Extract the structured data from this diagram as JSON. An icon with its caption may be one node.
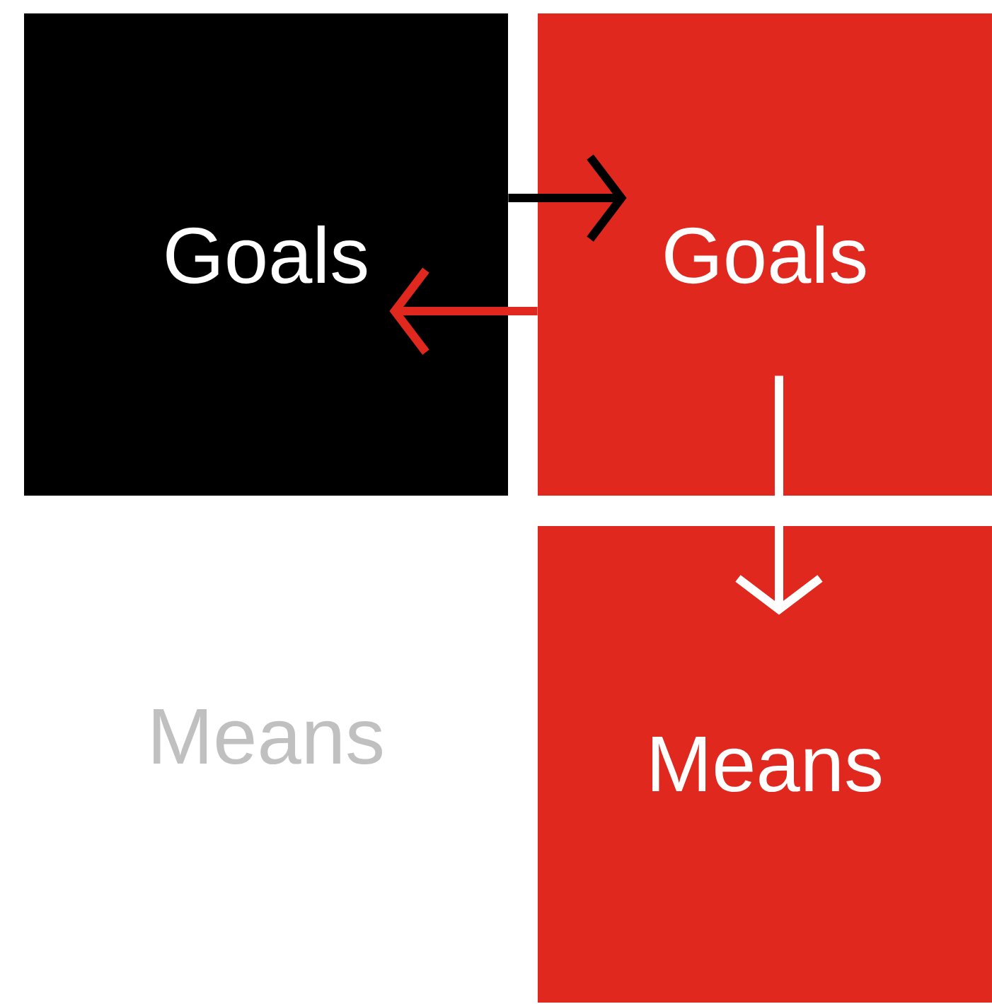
{
  "diagram": {
    "nodes": [
      {
        "text": [
          "Goals"
        ]
      },
      {
        "text": [
          "Goals"
        ]
      },
      {
        "text": [
          "Means"
        ]
      },
      {
        "text": [
          "Means"
        ]
      }
    ],
    "edges": [
      {
        "from": 0,
        "to": 1,
        "arrow": "to",
        "color": "#000000"
      },
      {
        "from": 1,
        "to": 0,
        "arrow": "to",
        "color": "#e0281e"
      },
      {
        "from": 1,
        "to": 3,
        "arrow": "to",
        "color": "#ffffff"
      }
    ]
  }
}
